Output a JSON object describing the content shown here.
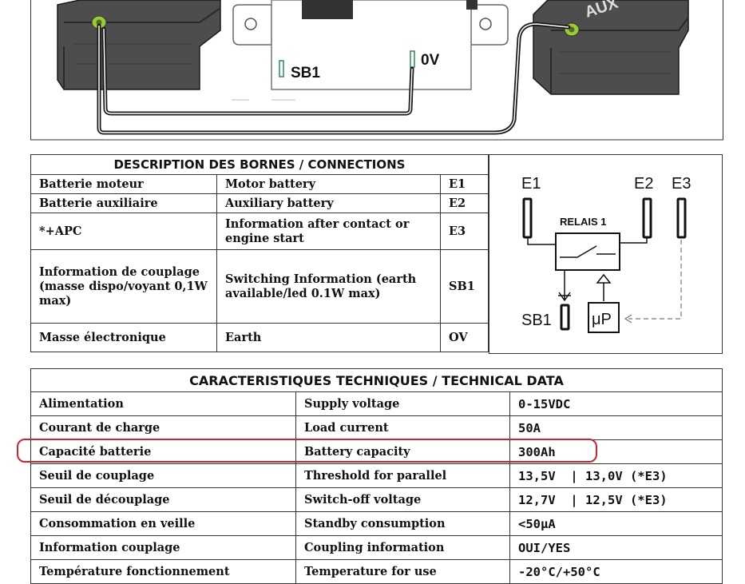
{
  "wiring": {
    "label_sb1": "SB1",
    "label_0v": "0V",
    "label_aux": "AUX"
  },
  "connections": {
    "title": "DESCRIPTION DES BORNES / CONNECTIONS",
    "rows": [
      {
        "fr": "Batterie moteur",
        "en": "Motor battery",
        "code": "E1"
      },
      {
        "fr": "Batterie auxiliaire",
        "en": "Auxiliary battery",
        "code": "E2"
      },
      {
        "fr": "*+APC",
        "en": "Information after contact or engine start",
        "code": "E3"
      },
      {
        "fr": "Information de couplage (masse dispo/voyant 0,1W max)",
        "en": "Switching Information (earth available/led 0.1W max)",
        "code": "SB1"
      },
      {
        "fr": "Masse électronique",
        "en": "Earth",
        "code": "OV"
      }
    ]
  },
  "relay_diagram": {
    "e1": "E1",
    "e2": "E2",
    "e3": "E3",
    "relay_label": "RELAIS 1",
    "sb1": "SB1",
    "mcu": "μP"
  },
  "technical": {
    "title": "CARACTERISTIQUES TECHNIQUES / TECHNICAL DATA",
    "rows": [
      {
        "fr": "Alimentation",
        "en": "Supply voltage",
        "value": "0-15VDC"
      },
      {
        "fr": "Courant de charge",
        "en": "Load current",
        "value": "50A"
      },
      {
        "fr": "Capacité batterie",
        "en": "Battery capacity",
        "value": "300Ah"
      },
      {
        "fr": "Seuil de couplage",
        "en": "Threshold for parallel",
        "value": "13,5V  | 13,0V (*E3)"
      },
      {
        "fr": "Seuil de découplage",
        "en": "Switch-off voltage",
        "value": "12,7V  | 12,5V (*E3)"
      },
      {
        "fr": "Consommation en veille",
        "en": "Standby consumption",
        "value": "<50µA"
      },
      {
        "fr": "Information couplage",
        "en": "Coupling information",
        "value": "OUI/YES"
      },
      {
        "fr": "Température fonctionnement",
        "en": "Temperature for use",
        "value": "-20°C/+50°C"
      }
    ]
  },
  "colors": {
    "highlight": "#c8252f",
    "terminal_green": "#9acd32",
    "wire_dark": "#1a1a1a",
    "battery_body": "#4a4a4a"
  }
}
